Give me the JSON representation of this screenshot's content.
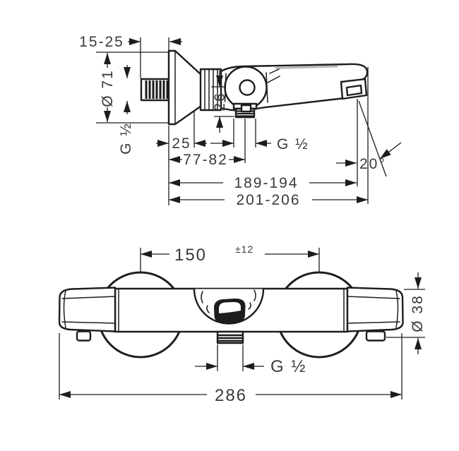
{
  "drawing": {
    "colors": {
      "line": "#1d1d1b",
      "text": "#3a3a3a",
      "background": "#ffffff",
      "shading": "#b8b8b8"
    },
    "top_view": {
      "title": "mixer-side-view",
      "dims": {
        "wall_depth": "15-25",
        "escutcheon_diameter": "Ø 71",
        "wall_thread": "G ½",
        "escutcheon_length": "25",
        "outlet_drop": "26",
        "outlet_thread": "G ½",
        "wall_to_outlet": "77-82",
        "wall_to_spout_outlet": "189-194",
        "total_projection": "201-206",
        "spout_angle": "20°"
      }
    },
    "front_view": {
      "title": "mixer-front-view",
      "dims": {
        "connection_centers": "150",
        "connection_tolerance": "±12",
        "body_diameter": "Ø 38",
        "bottom_outlet_thread": "G ½",
        "total_width": "286"
      }
    }
  }
}
